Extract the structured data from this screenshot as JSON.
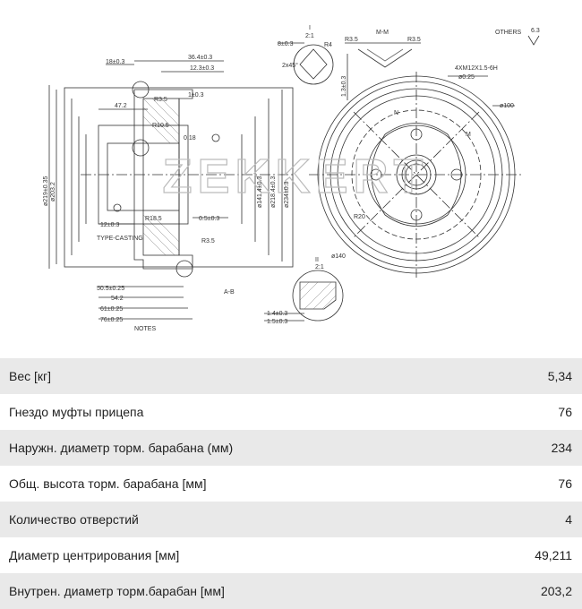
{
  "drawing": {
    "brand_watermark": "ZEKKERT",
    "dimension_labels": {
      "d1": "18±0.3",
      "d2": "36.4±0.3",
      "d3": "12.3±0.3",
      "d4": "1±0.3",
      "d5": "47.2",
      "d6": "R3.5",
      "d7": "R10.5",
      "d8": "0.18",
      "d9": "12±0.3",
      "d10": "0.5±0.3",
      "d11": "R18.5",
      "d12": "R3.5",
      "d13": "50.5±0.25",
      "d14": "54.2",
      "d15": "61±0.25",
      "d16": "76±0.25",
      "d17": "ø219±0.35",
      "d18": "ø203.2",
      "d19": "ø234±0.3",
      "d20": "ø218.4±0.3",
      "d21": "ø141.4±0.3",
      "d22": "ø140",
      "d23": "ø100",
      "d24": "R20",
      "d25": "4XM12X1.5-6H",
      "d26": "ø0.25",
      "d27": "M-M",
      "d28": "R4",
      "d29": "R3.5",
      "d30": "R3.5",
      "d31": "8±0.3",
      "d32": "2x45°",
      "d33": "1.3±0.3",
      "d34": "1.4±0.3",
      "d35": "1.5±0.3",
      "d36": "II",
      "d37": "2:1",
      "d38": "I",
      "d39": "2:1",
      "d40": "OTHERS",
      "d41": "6.3",
      "d42": "TYPE-CASTING",
      "d43": "NOTES",
      "d44": "N",
      "d45": "M",
      "d46": "A-B"
    }
  },
  "specs": [
    {
      "label": "Вес [кг]",
      "value": "5,34"
    },
    {
      "label": "Гнездо муфты прицепа",
      "value": "76"
    },
    {
      "label": "Наружн. диаметр торм. барабана (мм)",
      "value": "234"
    },
    {
      "label": "Общ. высота торм. барабана [мм]",
      "value": "76"
    },
    {
      "label": "Количество отверстий",
      "value": "4"
    },
    {
      "label": "Диаметр центрирования [мм]",
      "value": "49,211"
    },
    {
      "label": "Внутрен. диаметр торм.барабан [мм]",
      "value": "203,2"
    }
  ]
}
